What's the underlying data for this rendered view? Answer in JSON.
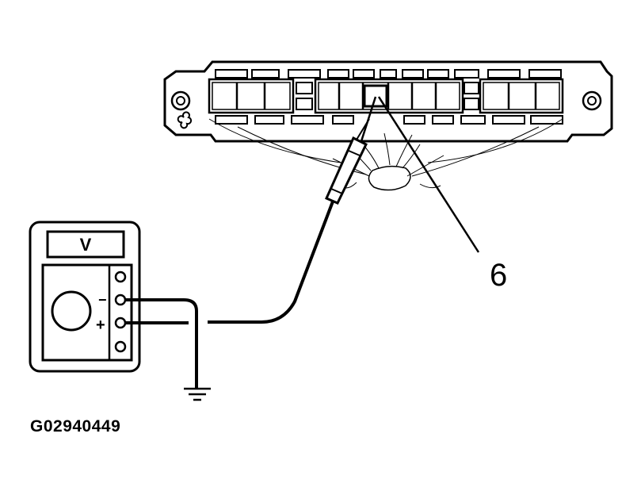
{
  "meter": {
    "display_label": "V",
    "negative_symbol": "−",
    "positive_symbol": "+"
  },
  "callout": {
    "number": "6"
  },
  "figure_id": "G02940449",
  "colors": {
    "line": "#000000",
    "background": "#ffffff"
  }
}
